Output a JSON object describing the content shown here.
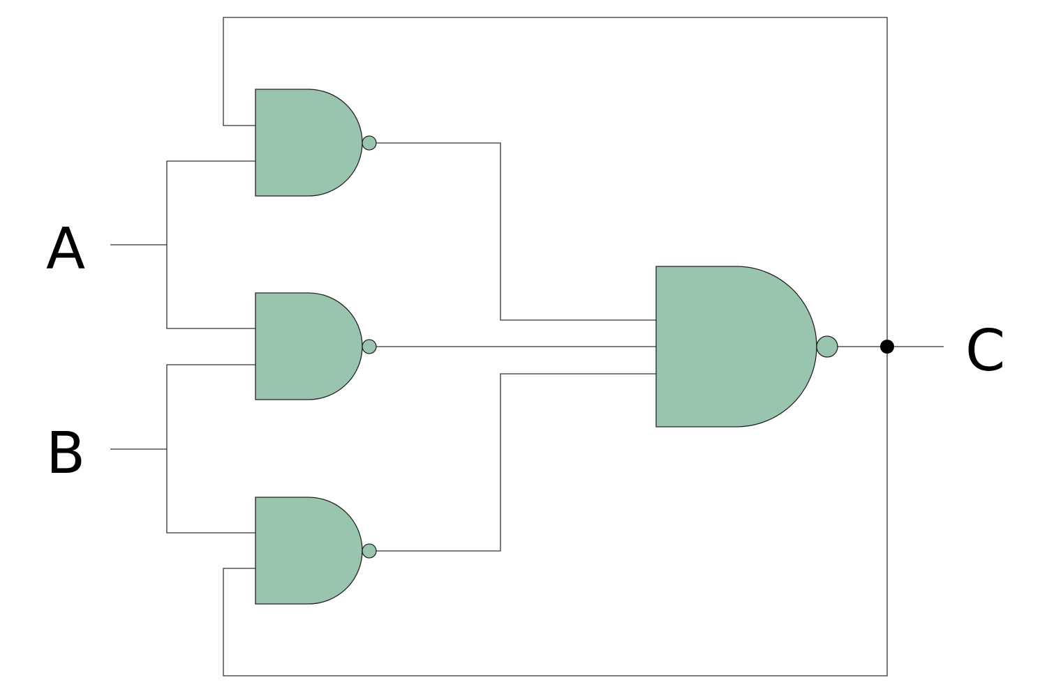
{
  "diagram": {
    "type": "logic-circuit",
    "inputs": [
      "A",
      "B"
    ],
    "output": "C",
    "gates": [
      {
        "id": "nand1",
        "type": "NAND",
        "inputs": [
          "C",
          "A"
        ]
      },
      {
        "id": "nand2",
        "type": "NAND",
        "inputs": [
          "A",
          "B"
        ]
      },
      {
        "id": "nand3",
        "type": "NAND",
        "inputs": [
          "B",
          "C"
        ]
      },
      {
        "id": "nand4",
        "type": "NAND",
        "inputs": [
          "nand1",
          "nand2",
          "nand3"
        ],
        "output": "C"
      }
    ],
    "colors": {
      "gate_fill": "#99c5ae",
      "wire": "#333333",
      "junction": "#000000"
    }
  }
}
